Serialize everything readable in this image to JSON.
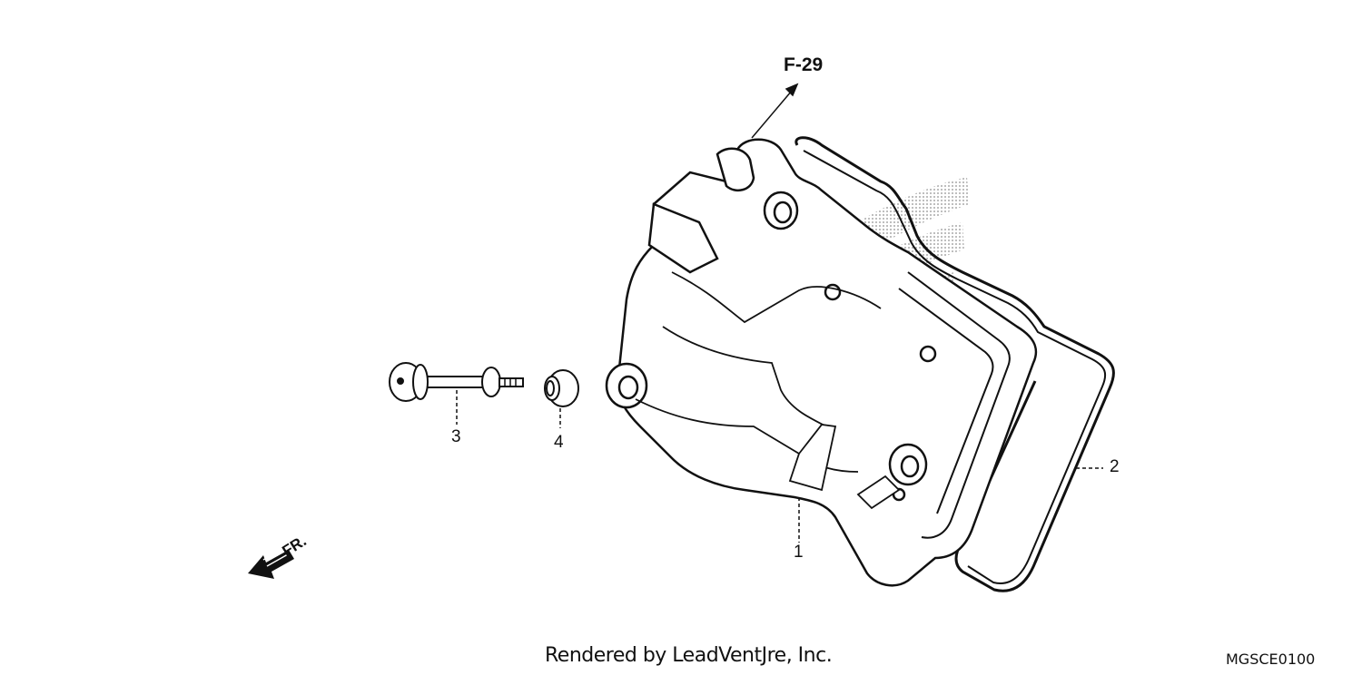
{
  "diagram": {
    "reference": "F-29",
    "callouts": [
      {
        "id": "1",
        "label": "1"
      },
      {
        "id": "2",
        "label": "2"
      },
      {
        "id": "3",
        "label": "3"
      },
      {
        "id": "4",
        "label": "4"
      }
    ],
    "direction_label": "FR.",
    "credit": "Rendered by LeadVentJre, Inc.",
    "diagram_code": "MGSCE0100"
  },
  "colors": {
    "line": "#111111",
    "watermark": "#bdbdbd"
  }
}
